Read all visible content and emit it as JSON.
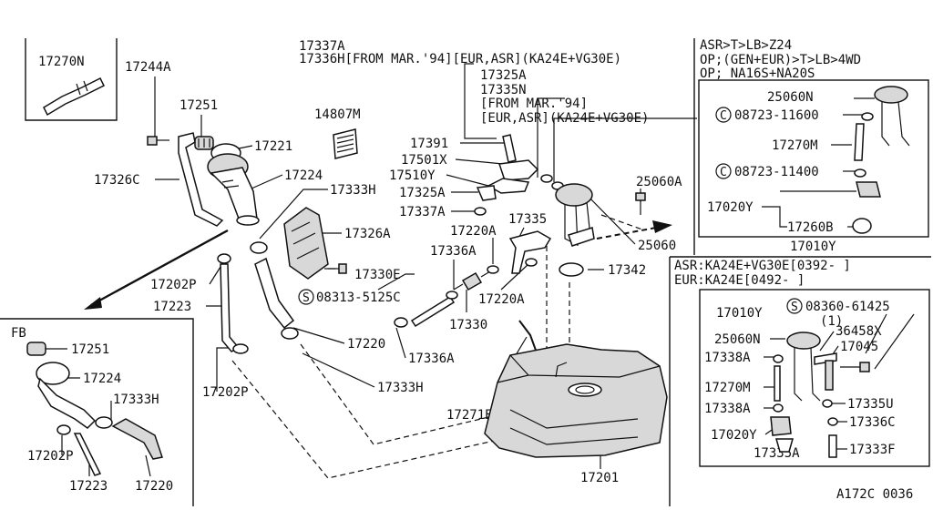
{
  "header": {
    "line1": "17337A",
    "line2": "17336H[FROM MAR.'94][EUR,ASR](KA24E+VG30E)"
  },
  "note_top_center": {
    "line1": "17325A",
    "line2": "17335N",
    "line3": "[FROM MAR.'94]",
    "line4": "[EUR,ASR](KA24E+VG30E)"
  },
  "note_top_right": {
    "line1": "ASR>T>LB>Z24",
    "line2": "OP;(GEN+EUR)>T>LB>4WD",
    "line3": "OP; NA16S+NA20S"
  },
  "note_mid_right": {
    "line1": "ASR:KA24E+VG30E[0392-   ]",
    "line2": "EUR:KA24E[0492-    ]"
  },
  "inset_fb": {
    "title": "FB"
  },
  "labels": {
    "p17270N": "17270N",
    "p17244A": "17244A",
    "p17251": "17251",
    "p17221": "17221",
    "p17326C": "17326C",
    "p17224": "17224",
    "p17333H_a": "17333H",
    "p14807M": "14807M",
    "p17326A": "17326A",
    "p17202P_a": "17202P",
    "p17223": "17223",
    "p17330E": "17330E",
    "s08313": "08313-5125C",
    "p17220": "17220",
    "p17202P_b": "17202P",
    "p17333H_b": "17333H",
    "p17391": "17391",
    "p17501X": "17501X",
    "p17510Y": "17510Y",
    "p17325A": "17325A",
    "p17337A": "17337A",
    "p17220A_a": "17220A",
    "p17335": "17335",
    "p17336A_a": "17336A",
    "p17330": "17330",
    "p17220A_b": "17220A",
    "p17336A_b": "17336A",
    "p25060A": "25060A",
    "p25060": "25060",
    "p17342": "17342",
    "p17271E": "17271E",
    "p17201": "17201",
    "fb17251": "17251",
    "fb17224": "17224",
    "fb17333H": "17333H",
    "fb17202P": "17202P",
    "fb17223": "17223",
    "fb17220": "17220",
    "tr25060N": "25060N",
    "tr08723_11600": "08723-11600",
    "tr17270M": "17270M",
    "tr08723_11400": "08723-11400",
    "tr17020Y": "17020Y",
    "tr17260B": "17260B",
    "tr17010Y": "17010Y",
    "br08360": "08360-61425",
    "br08360_qty": "(1)",
    "br17010Y": "17010Y",
    "br25060N": "25060N",
    "br36458X": "36458X",
    "br17338A_a": "17338A",
    "br17045": "17045",
    "br17270M": "17270M",
    "br17338A_b": "17338A",
    "br17335U": "17335U",
    "br17020Y": "17020Y",
    "br17336C": "17336C",
    "br17335A": "17335A",
    "br17333F": "17333F"
  },
  "symbols": {
    "circle_c": "C",
    "circle_s": "S"
  },
  "footer": {
    "ref_code": "A172C 0036"
  }
}
